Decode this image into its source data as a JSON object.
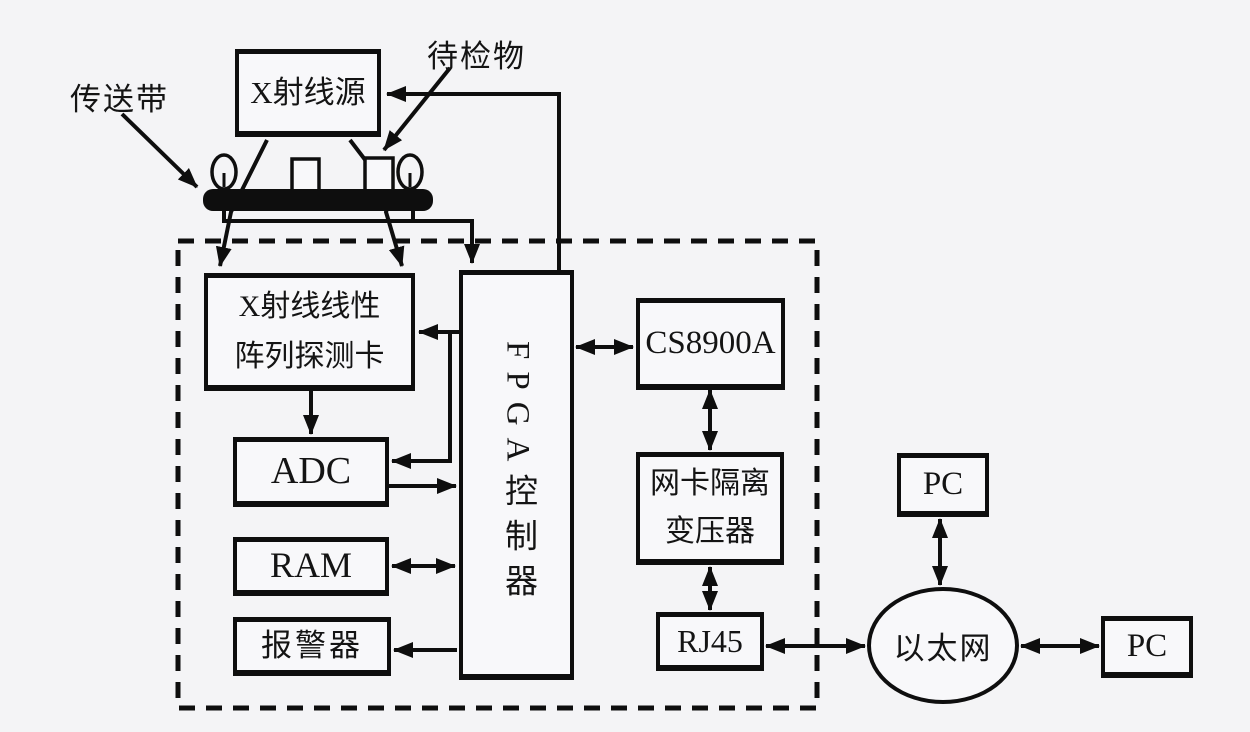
{
  "diagram": {
    "title_hint": "X-ray inspection system block diagram",
    "labels": {
      "conveyor": "传送带",
      "object": "待检物"
    },
    "nodes": {
      "xray_source": "X射线源",
      "detector_line1": "X射线线性",
      "detector_line2": "阵列探测卡",
      "adc": "ADC",
      "ram": "RAM",
      "alarm": "报警器",
      "fpga": "FPGA控制器",
      "cs8900a": "CS8900A",
      "transformer_line1": "网卡隔离",
      "transformer_line2": "变压器",
      "rj45": "RJ45",
      "ethernet": "以太网",
      "pc_top": "PC",
      "pc_right": "PC"
    },
    "colors": {
      "background": "#f4f4f6",
      "line": "#0e0e0e",
      "box_fill": "#f8f8fa",
      "text": "#141414"
    }
  }
}
